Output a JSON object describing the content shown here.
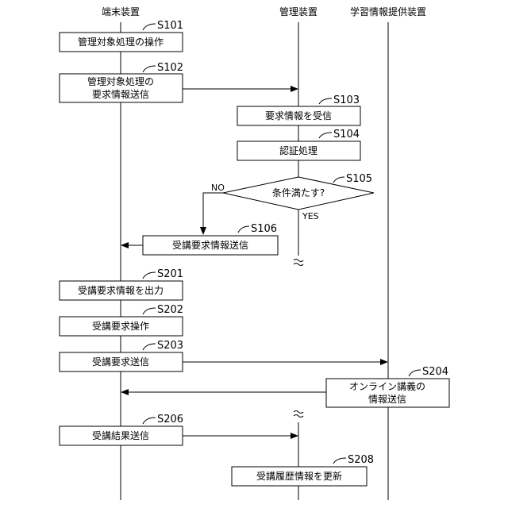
{
  "lanes": {
    "terminal": "端末装置",
    "management": "管理装置",
    "learning": "学習情報提供装置"
  },
  "steps": {
    "s101": {
      "label": "S101",
      "lines": [
        "管理対象処理の操作"
      ]
    },
    "s102": {
      "label": "S102",
      "lines": [
        "管理対象処理の",
        "要求情報送信"
      ]
    },
    "s103": {
      "label": "S103",
      "lines": [
        "要求情報を受信"
      ]
    },
    "s104": {
      "label": "S104",
      "lines": [
        "認証処理"
      ]
    },
    "s105": {
      "label": "S105",
      "lines": [
        "条件満たす?"
      ]
    },
    "s106": {
      "label": "S106",
      "lines": [
        "受講要求情報送信"
      ]
    },
    "s201": {
      "label": "S201",
      "lines": [
        "受講要求情報を出力"
      ]
    },
    "s202": {
      "label": "S202",
      "lines": [
        "受講要求操作"
      ]
    },
    "s203": {
      "label": "S203",
      "lines": [
        "受講要求送信"
      ]
    },
    "s204": {
      "label": "S204",
      "lines": [
        "オンライン講義の",
        "情報送信"
      ]
    },
    "s206": {
      "label": "S206",
      "lines": [
        "受講結果送信"
      ]
    },
    "s208": {
      "label": "S208",
      "lines": [
        "受講履歴情報を更新"
      ]
    }
  },
  "branches": {
    "no": "NO",
    "yes": "YES"
  }
}
